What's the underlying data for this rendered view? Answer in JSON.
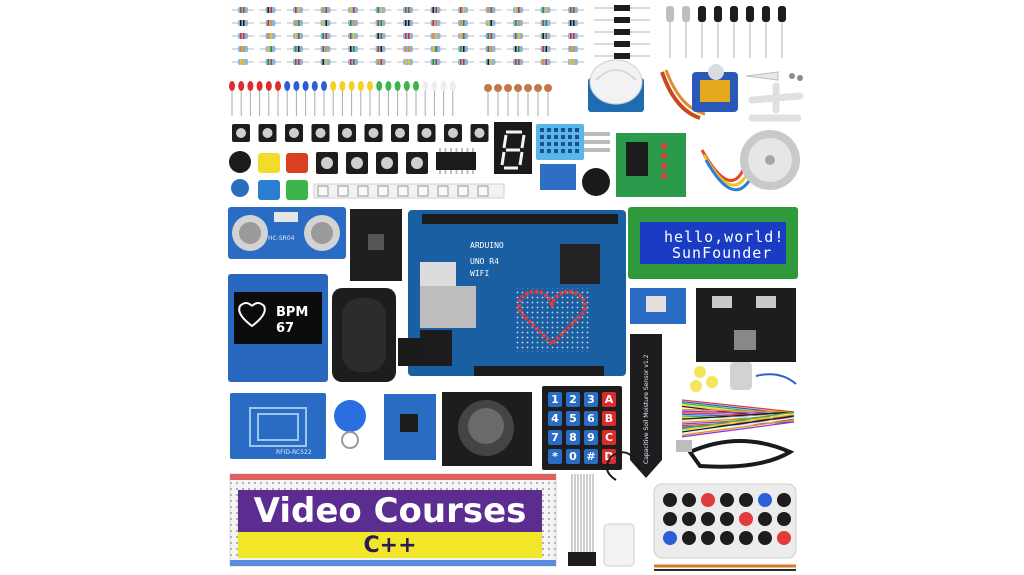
{
  "product": {
    "lcd_line1": "hello,world!",
    "lcd_line2": "SunFounder",
    "oled_readout": "BPM",
    "oled_value": "67",
    "board_brand": "ARDUINO",
    "board_model": "UNO R4",
    "board_variant": "WIFI",
    "banner_title": "Video Courses",
    "banner_subtitle": "C++",
    "moisture_sensor_label": "Capacitive Soil Moisture Sensor v1.2",
    "ultrasonic_label": "HC-SR04",
    "rfid_label": "RFID-RC522",
    "keypad_keys": [
      "1",
      "2",
      "3",
      "A",
      "4",
      "5",
      "6",
      "B",
      "7",
      "8",
      "9",
      "C",
      "*",
      "0",
      "#",
      "D"
    ]
  },
  "colors": {
    "board": "#1b5fa3",
    "lcd": "#1a3cc4",
    "banner_purple": "#5b2d90",
    "banner_yellow": "#f1e628",
    "red_key": "#d92b2b"
  }
}
